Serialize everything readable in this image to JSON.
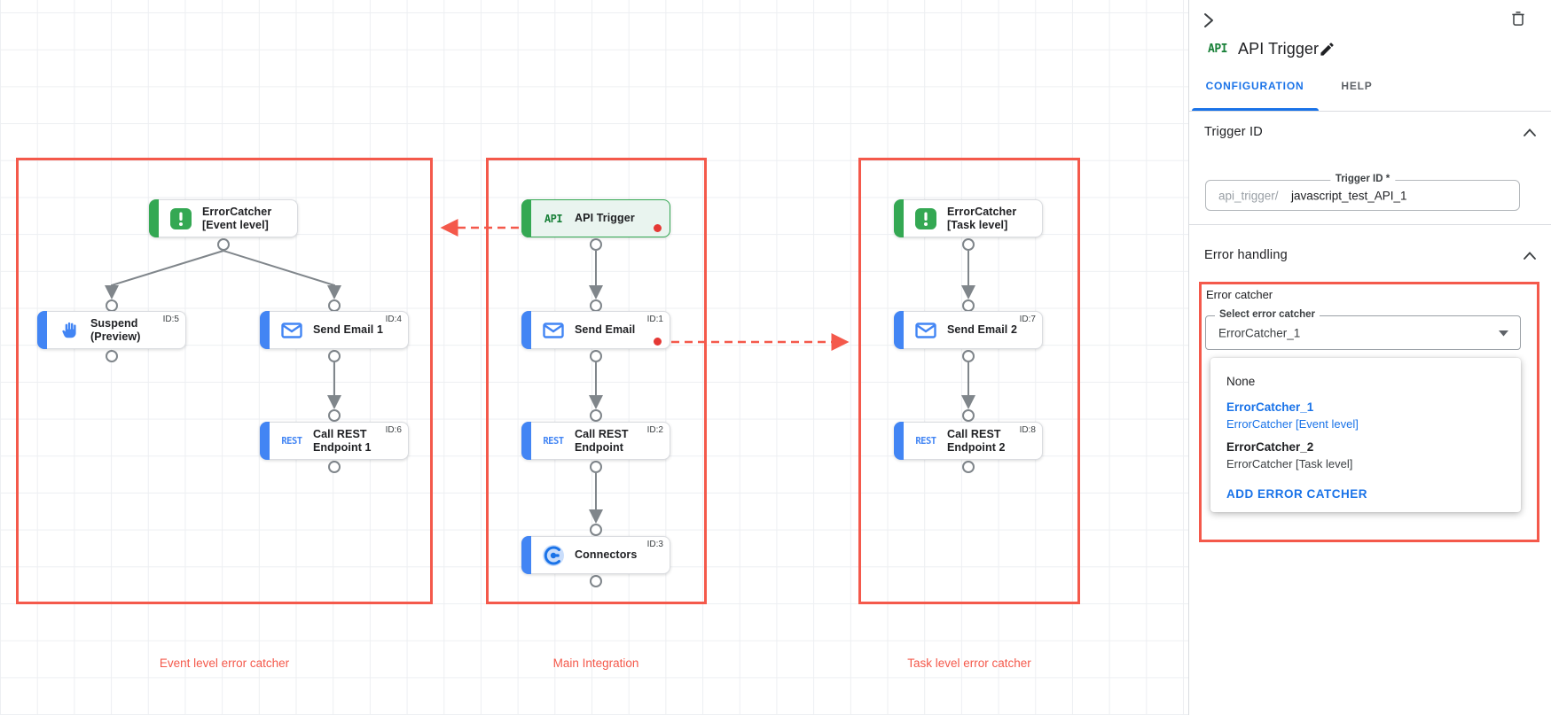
{
  "colors": {
    "annotation_red": "#f4594b",
    "trigger_green": "#34a853",
    "task_blue": "#4285f4",
    "link_blue": "#1a73e8",
    "connector_gray": "#80868b",
    "error_dot_red": "#e53935"
  },
  "canvas": {
    "groups": {
      "event": {
        "caption": "Event level error catcher"
      },
      "main": {
        "caption": "Main Integration"
      },
      "task": {
        "caption": "Task level error catcher"
      }
    },
    "nodes": {
      "error_catcher_event": {
        "label": "ErrorCatcher [Event level]"
      },
      "suspend": {
        "label": "Suspend (Preview)",
        "id_label": "ID:5"
      },
      "send_email_1": {
        "label": "Send Email 1",
        "id_label": "ID:4"
      },
      "call_rest_1": {
        "label": "Call REST Endpoint 1",
        "id_label": "ID:6",
        "icon_text": "REST"
      },
      "api_trigger": {
        "label": "API Trigger",
        "icon_text": "API"
      },
      "send_email": {
        "label": "Send Email",
        "id_label": "ID:1"
      },
      "call_rest": {
        "label": "Call REST Endpoint",
        "id_label": "ID:2",
        "icon_text": "REST"
      },
      "connectors": {
        "label": "Connectors",
        "id_label": "ID:3"
      },
      "error_catcher_task": {
        "label": "ErrorCatcher [Task level]"
      },
      "send_email_2": {
        "label": "Send Email 2",
        "id_label": "ID:7"
      },
      "call_rest_2": {
        "label": "Call REST Endpoint 2",
        "id_label": "ID:8",
        "icon_text": "REST"
      }
    }
  },
  "panel": {
    "title": "API Trigger",
    "title_badge": "API",
    "tabs": {
      "configuration": "CONFIGURATION",
      "help": "HELP"
    },
    "trigger_id_section": {
      "header": "Trigger ID",
      "field_label": "Trigger ID *",
      "prefix": "api_trigger/",
      "value": "javascript_test_API_1"
    },
    "error_handling_section": {
      "header": "Error handling",
      "group_label": "Error catcher",
      "select_label": "Select error catcher",
      "select_value": "ErrorCatcher_1",
      "menu": {
        "items": [
          {
            "primary": "None"
          },
          {
            "primary": "ErrorCatcher_1",
            "secondary": "ErrorCatcher [Event level]"
          },
          {
            "primary": "ErrorCatcher_2",
            "secondary": "ErrorCatcher [Task level]"
          }
        ],
        "action": "ADD ERROR CATCHER"
      }
    }
  }
}
